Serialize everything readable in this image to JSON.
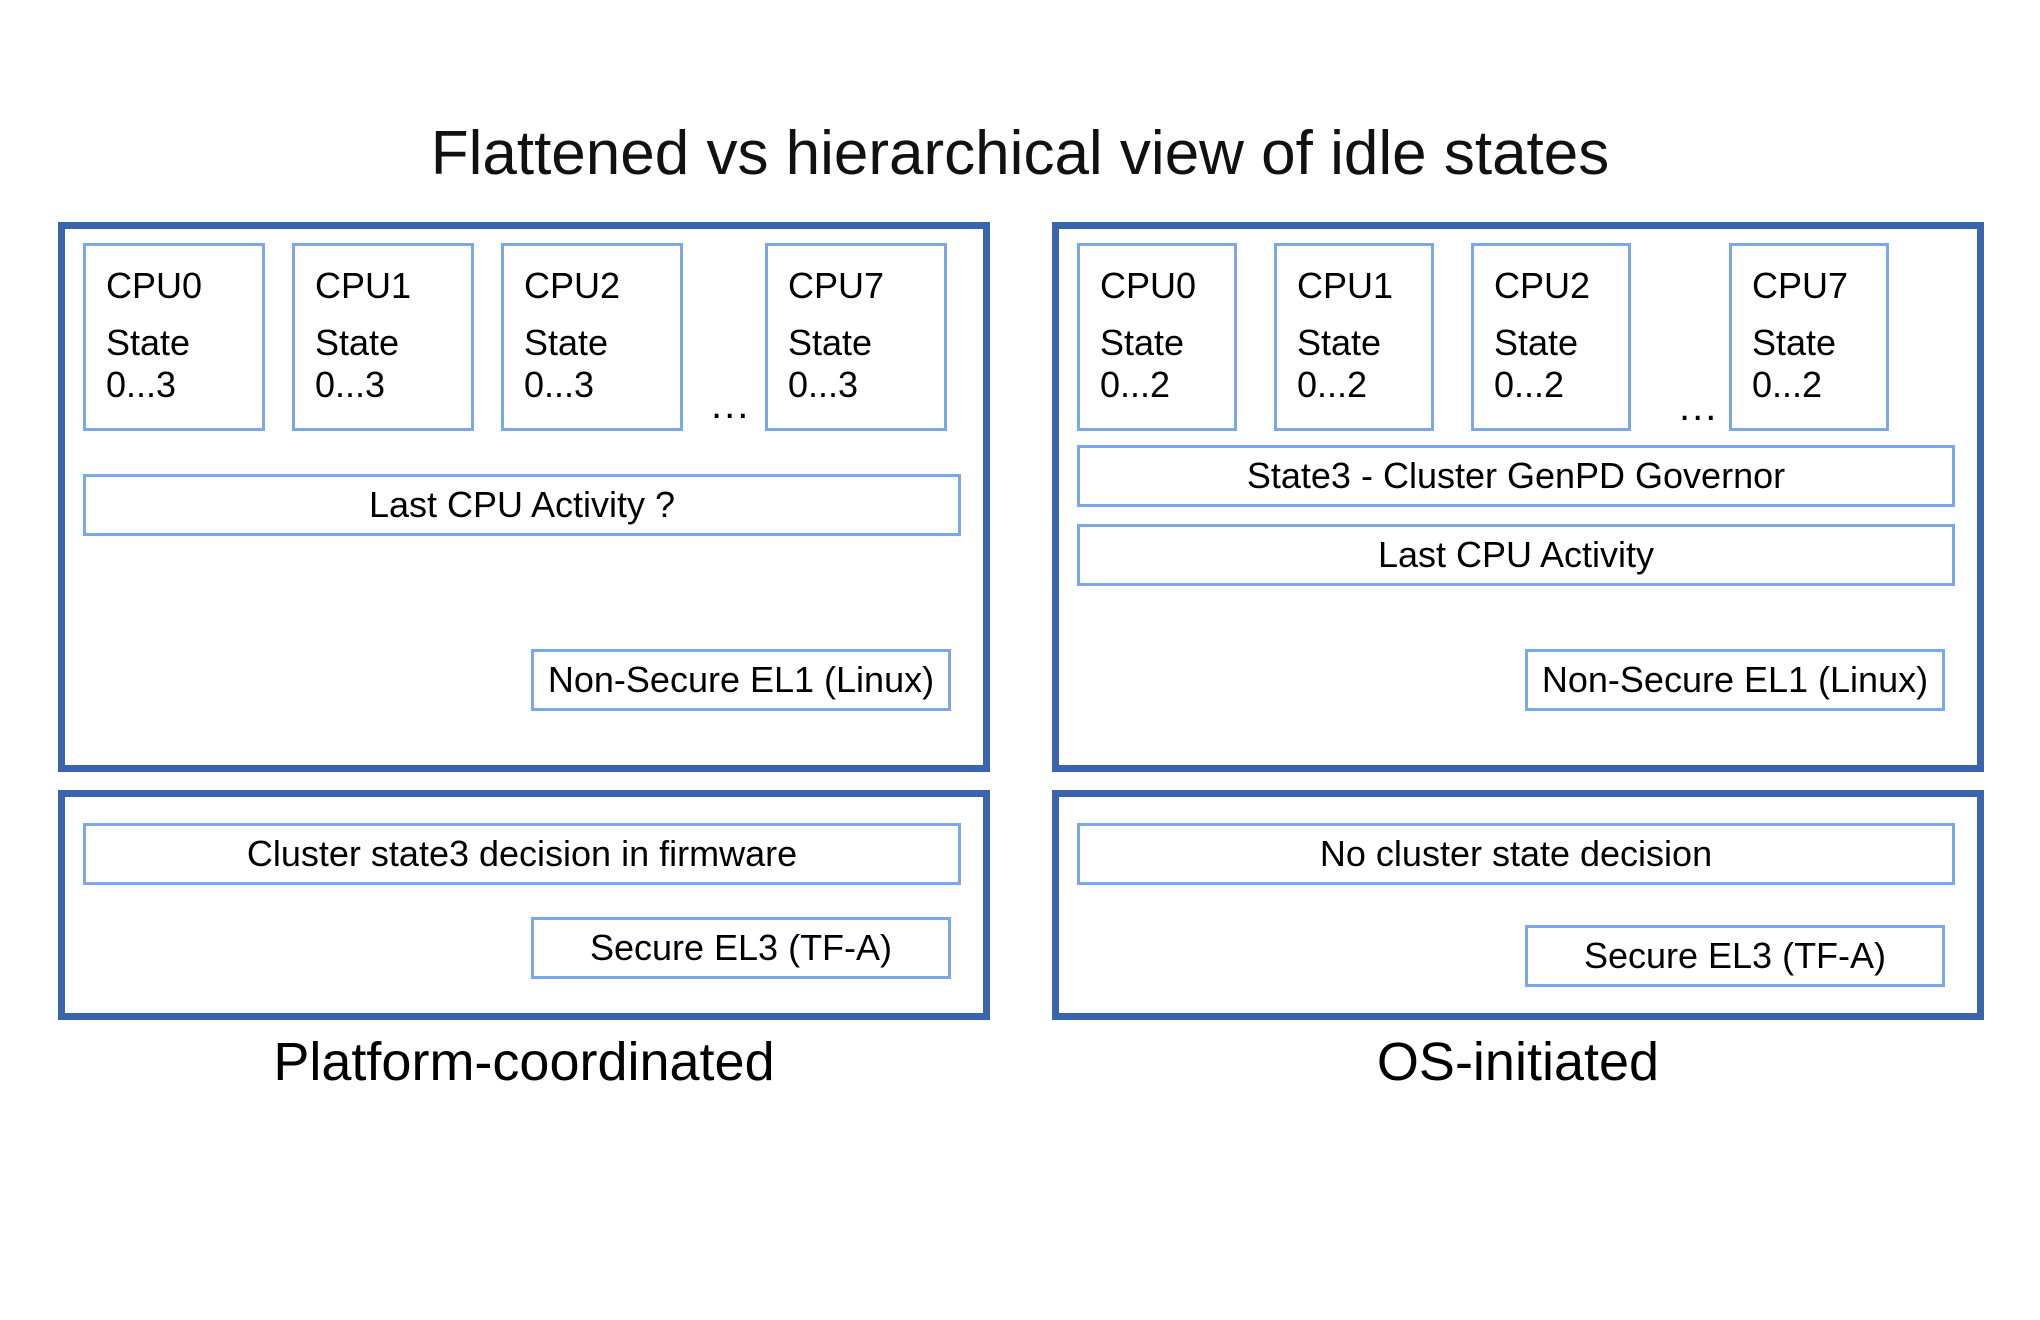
{
  "title": "Flattened vs hierarchical view of idle states",
  "colors": {
    "panel_border": "#3a64ae",
    "box_border": "#7aa8e8",
    "background": "#ffffff",
    "text": "#000000"
  },
  "ellipsis": "...",
  "left": {
    "caption": "Platform-coordinated",
    "os_panel": {
      "cpus": [
        {
          "name": "CPU0",
          "state_label": "State",
          "state_range": "0...3"
        },
        {
          "name": "CPU1",
          "state_label": "State",
          "state_range": "0...3"
        },
        {
          "name": "CPU2",
          "state_label": "State",
          "state_range": "0...3"
        },
        {
          "name": "CPU7",
          "state_label": "State",
          "state_range": "0...3"
        }
      ],
      "last_cpu_activity": "Last CPU Activity ?",
      "exception_level": "Non-Secure EL1 (Linux)"
    },
    "fw_panel": {
      "decision": "Cluster state3 decision in firmware",
      "exception_level": "Secure EL3 (TF-A)"
    }
  },
  "right": {
    "caption": "OS-initiated",
    "os_panel": {
      "cpus": [
        {
          "name": "CPU0",
          "state_label": "State",
          "state_range": "0...2"
        },
        {
          "name": "CPU1",
          "state_label": "State",
          "state_range": "0...2"
        },
        {
          "name": "CPU2",
          "state_label": "State",
          "state_range": "0...2"
        },
        {
          "name": "CPU7",
          "state_label": "State",
          "state_range": "0...2"
        }
      ],
      "cluster_governor": "State3 - Cluster GenPD Governor",
      "last_cpu_activity": "Last CPU Activity",
      "exception_level": "Non-Secure EL1 (Linux)"
    },
    "fw_panel": {
      "decision": "No cluster state decision",
      "exception_level": "Secure EL3 (TF-A)"
    }
  }
}
